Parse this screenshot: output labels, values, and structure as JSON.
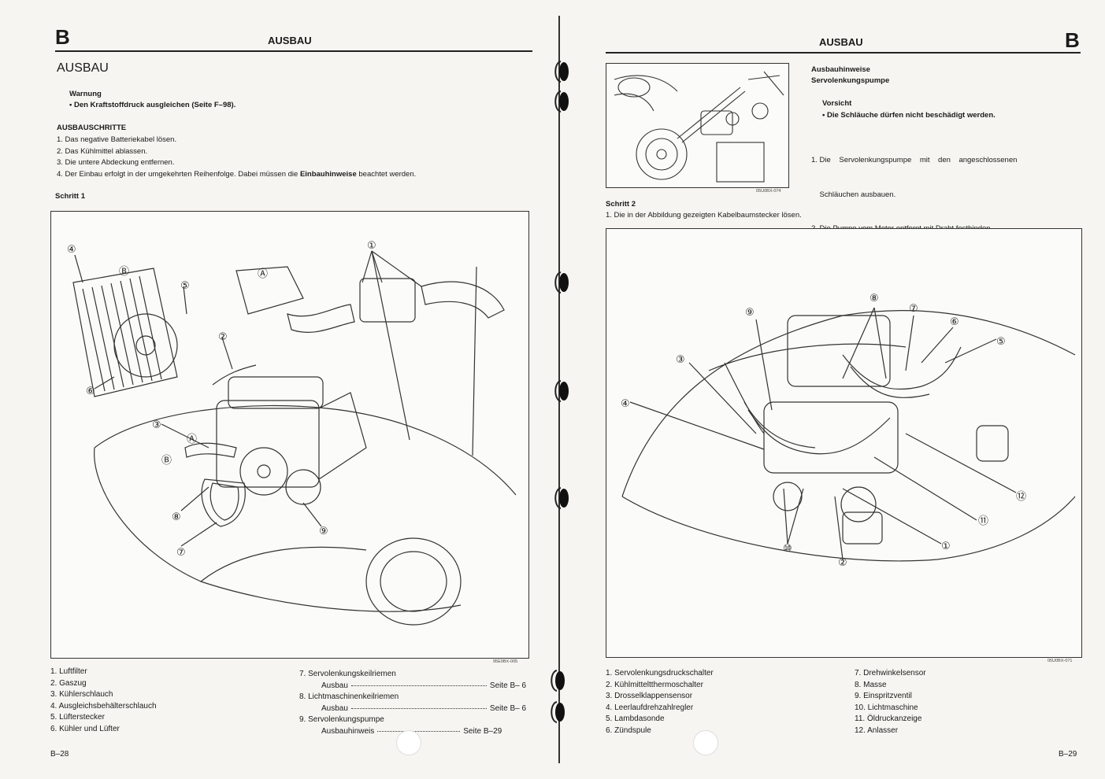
{
  "left": {
    "page_letter": "B",
    "header_title": "AUSBAU",
    "section_title": "AUSBAU",
    "warning_label": "Warnung",
    "warning_item": "• Den Kraftstoffdruck ausgleichen (Seite F–98).",
    "steps_title": "AUSBAUSCHRITTE",
    "steps": [
      "1. Das negative Batteriekabel lösen.",
      "2. Das Kühlmittel ablassen.",
      "3. Die untere Abdeckung entfernen."
    ],
    "step4_pre": "4. Der Einbau erfolgt in der umgekehrten Reihenfolge. Dabei müssen die ",
    "step4_bold": "Einbauhinweise",
    "step4_post": " beachtet werden.",
    "schritt_label": "Schritt 1",
    "figure_code": "95E0BX-005",
    "legend_col1": [
      "1. Luftfilter",
      "2. Gaszug",
      "3. Kühlerschlauch",
      "4. Ausgleichsbehälterschlauch",
      "5. Lüfterstecker",
      "6. Kühler und Lüfter"
    ],
    "legend_col2": {
      "item7": "7. Servolenkungskeilriemen",
      "item7_sub": "Ausbau",
      "item7_ref": "Seite B– 6",
      "item8": "8. Lichtmaschinenkeilriemen",
      "item8_sub": "Ausbau",
      "item8_ref": "Seite B– 6",
      "item9": "9. Servolenkungspumpe",
      "item9_sub": "Ausbauhinweis",
      "item9_ref": "Seite B–29"
    },
    "page_number": "B–28"
  },
  "right": {
    "page_letter": "B",
    "header_title": "AUSBAU",
    "notes_title1": "Ausbauhinweise",
    "notes_title2": "Servolenkungspumpe",
    "caution_label": "Vorsicht",
    "caution_item": "• Die Schläuche dürfen nicht beschädigt werden.",
    "notes": [
      "1. Die    Servolenkungspumpe    mit    den    angeschlossenen",
      "    Schläuchen ausbauen.",
      "2. Die Pumpe vom Motor entfernt mit Draht festbinden."
    ],
    "small_figure_code": "05U0BX-074",
    "schritt_label": "Schritt 2",
    "schritt_text": "1. Die in der Abbildung gezeigten Kabelbaumstecker lösen.",
    "figure_code": "05U0BX-071",
    "legend_col1": [
      "1. Servolenkungsdruckschalter",
      "2. Kühlmitteltthermoschalter",
      "3. Drosselklappensensor",
      "4. Leerlaufdrehzahlregler",
      "5. Lambdasonde",
      "6. Zündspule"
    ],
    "legend_col2": [
      "7. Drehwinkelsensor",
      "8. Masse",
      "9. Einspritzventil",
      "10. Lichtmaschine",
      "11. Öldruckanzeige",
      "12. Anlasser"
    ],
    "page_number": "B–29"
  },
  "callouts_left": [
    "①",
    "②",
    "③",
    "④",
    "⑤",
    "⑥",
    "⑦",
    "⑧",
    "⑨",
    "Ⓐ",
    "Ⓑ"
  ],
  "callouts_right": [
    "①",
    "②",
    "③",
    "④",
    "⑤",
    "⑥",
    "⑦",
    "⑧",
    "⑨",
    "⑩",
    "⑪",
    "⑫"
  ]
}
